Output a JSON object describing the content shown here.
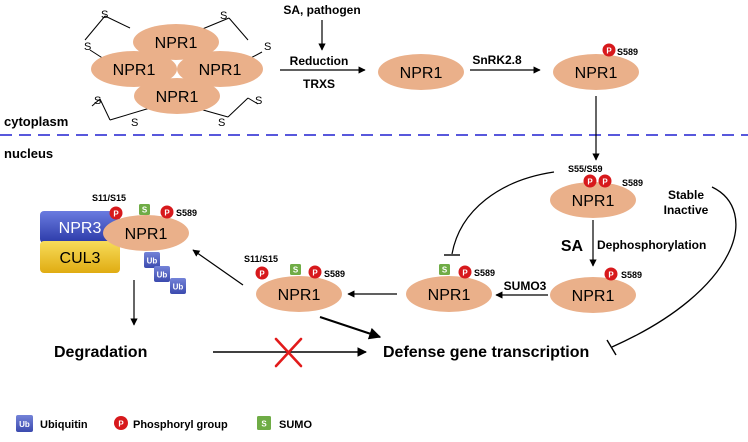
{
  "compartments": {
    "cytoplasm": "cytoplasm",
    "nucleus": "nucleus"
  },
  "protein": "NPR1",
  "oligomer": {
    "disulfide": "S",
    "monomer": "NPR1"
  },
  "steps": {
    "trigger": "SA, pathogen",
    "reduction": "Reduction",
    "trxs": "TRXS",
    "snrk": "SnRK2.8",
    "sa": "SA",
    "dephos": "Dephosphorylation",
    "sumo3": "SUMO3",
    "stable": "Stable",
    "inactive": "Inactive"
  },
  "sites": {
    "s589": "S589",
    "s55_59": "S55/S59",
    "s11_15": "S11/S15"
  },
  "complex": {
    "npr3": "NPR3",
    "cul3": "CUL3"
  },
  "marks": {
    "p": "P",
    "s": "S",
    "ub": "Ub"
  },
  "outcomes": {
    "degradation": "Degradation",
    "defense": "Defense gene transcription"
  },
  "legend": {
    "ubiquitin": "Ubiquitin",
    "phosphoryl": "Phosphoryl group",
    "sumo": "SUMO"
  },
  "colors": {
    "npr1": "#eab08a",
    "phospho": "#d7191c",
    "sumo": "#6fac46",
    "ubiquitin": "#4f5fbf",
    "npr3": "#3f51c9",
    "cul3": "#f0c419",
    "membrane": "#2020d0",
    "cross": "#e21b1b"
  }
}
